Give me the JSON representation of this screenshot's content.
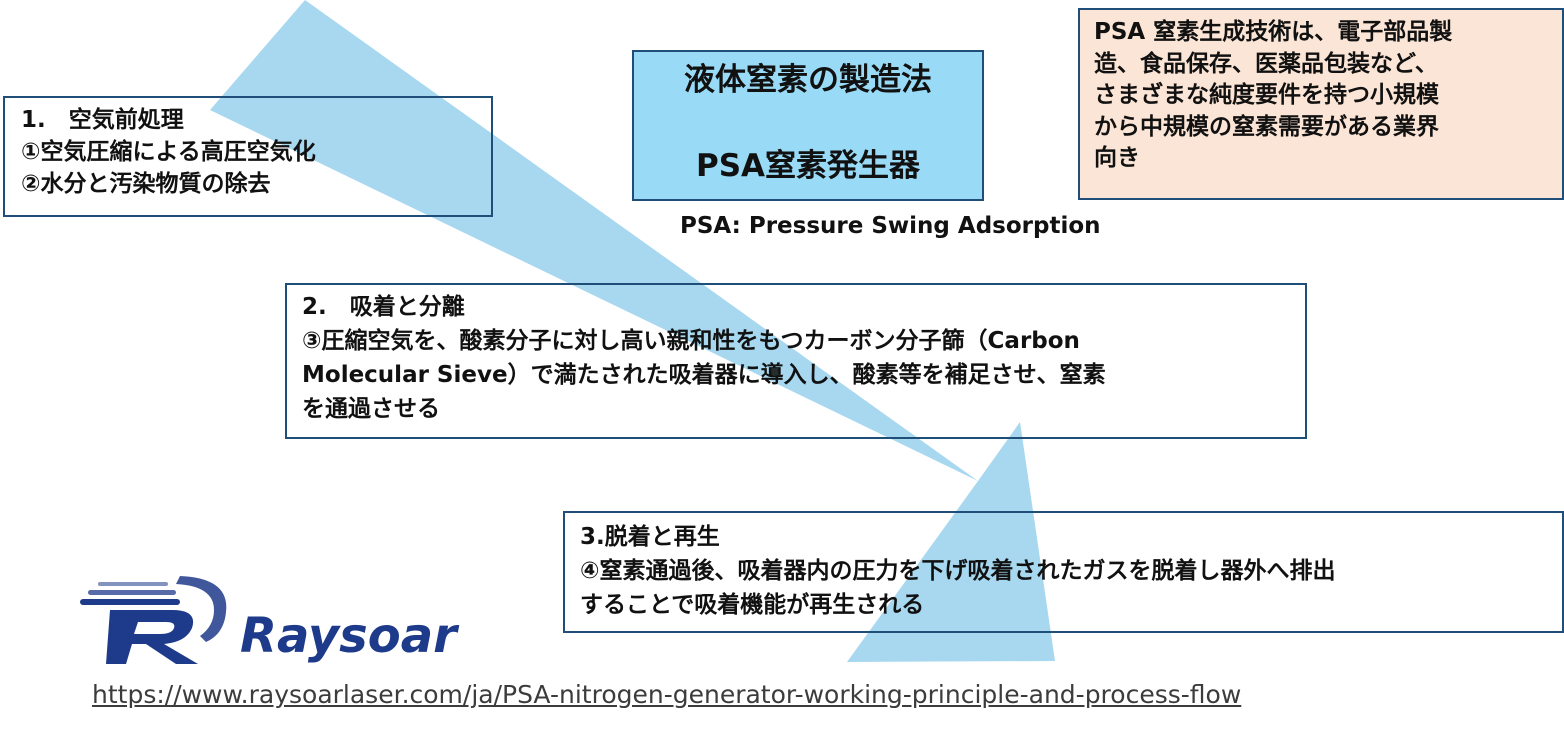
{
  "title_box": {
    "line1": "液体窒素の製造法",
    "line2": "PSA窒素発生器"
  },
  "abbreviation": "PSA: Pressure Swing Adsorption",
  "note": {
    "lines": [
      "PSA 窒素生成技術は、電子部品製",
      "造、食品保存、医薬品包装など、",
      "さまざまな純度要件を持つ小規模",
      "から中規模の窒素需要がある業界",
      "向き"
    ]
  },
  "steps": [
    {
      "lines": [
        "1.　空気前処理",
        "①空気圧縮による高圧空気化",
        "②水分と汚染物質の除去"
      ]
    },
    {
      "lines": [
        "2.　吸着と分離",
        "③圧縮空気を、酸素分子に対し高い親和性をもつカーボン分子篩（Carbon",
        "Molecular Sieve）で満たされた吸着器に導入し、酸素等を補足させ、窒素",
        "を通過させる"
      ]
    },
    {
      "lines": [
        "3.脱着と再生",
        "④窒素通過後、吸着器内の圧力を下げ吸着されたガスを脱着し器外へ排出",
        "することで吸着機能が再生される"
      ]
    }
  ],
  "logo": {
    "text": "Raysoar",
    "color": "#1e3a8a"
  },
  "url": "https://www.raysoarlaser.com/ja/PSA-nitrogen-generator-working-principle-and-process-flow",
  "colors": {
    "arrow": "#a7d8f0",
    "title_bg": "#99dbf7",
    "note_bg": "#fbe5d6",
    "border": "#1f4e79"
  }
}
